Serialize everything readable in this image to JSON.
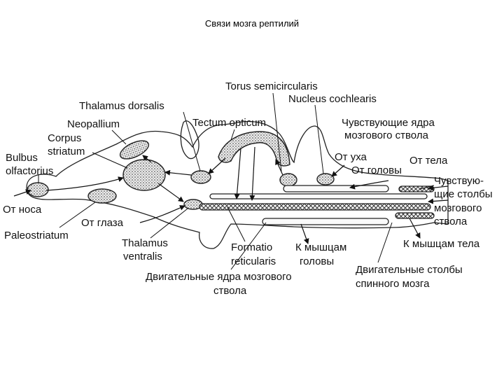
{
  "title": "Связи мозга рептилий",
  "labels": {
    "torus": "Torus semicircularis",
    "nucleus_cochlearis": "Nucleus cochlearis",
    "thalamus_dorsalis": "Thalamus dorsalis",
    "tectum": "Tectum opticum",
    "neopallium": "Neopallium",
    "chuvstv_yadra_1": "Чувствующие ядра",
    "chuvstv_yadra_2": "мозгового ствола",
    "corpus": "Corpus",
    "striatum": "striatum",
    "bulbus": "Bulbus",
    "olfactorius": "olfactorius",
    "ot_uha": "От уха",
    "ot_tela": "От тела",
    "ot_golovy": "От головы",
    "stolby_1": "Чувствую-",
    "stolby_2": "щие столбы",
    "stolby_3": "мозгового",
    "stolby_4": "ствола",
    "ot_nosa": "От носа",
    "ot_glaza": "От глаза",
    "paleostriatum": "Paleostriatum",
    "k_myshcam_tela": "К мышцам тела",
    "thalamus_v_1": "Thalamus",
    "thalamus_v_2": "ventralis",
    "formatio": "Formatio",
    "reticularis": "reticularis",
    "k_myshcam_1": "К мышцам",
    "k_myshcam_2": "головы",
    "dvig_spin_1": "Двигательные столбы",
    "dvig_spin_2": "спинного мозга",
    "dvig_yadra_1": "Двигательные ядра мозгового",
    "dvig_yadra_2": "ствола"
  }
}
